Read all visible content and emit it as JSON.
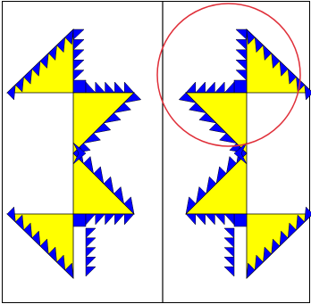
{
  "colors": {
    "background": "#ffffff",
    "frame": "#000000",
    "triangle_fill": "#ffff00",
    "tooth_fill": "#0000ff",
    "outline": "#000000",
    "highlight_circle": "#e0303a"
  },
  "panels": [
    {
      "panel": "left",
      "motif": "zigzag-triangle-chain",
      "highlighted": false
    },
    {
      "panel": "right",
      "motif": "zigzag-triangle-chain-mirrored",
      "highlighted": true
    }
  ],
  "highlight": {
    "shape": "circle",
    "panel": "right",
    "region": "top"
  }
}
